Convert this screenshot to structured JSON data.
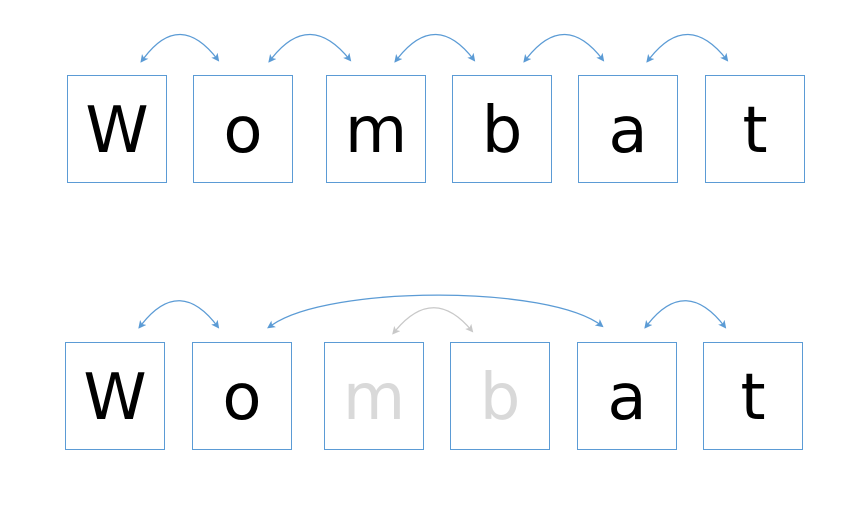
{
  "colors": {
    "box_border": "#5b9bd5",
    "arrow": "#5b9bd5",
    "faded_arrow": "#c8c8c8",
    "letter": "#000000",
    "faded_letter": "#d9d9d9"
  },
  "rows": [
    {
      "letters": [
        {
          "char": "W",
          "faded": false
        },
        {
          "char": "o",
          "faded": false
        },
        {
          "char": "m",
          "faded": false
        },
        {
          "char": "b",
          "faded": false
        },
        {
          "char": "a",
          "faded": false
        },
        {
          "char": "t",
          "faded": false
        }
      ],
      "links": [
        {
          "from": 0,
          "to": 1,
          "faded": false
        },
        {
          "from": 1,
          "to": 2,
          "faded": false
        },
        {
          "from": 2,
          "to": 3,
          "faded": false
        },
        {
          "from": 3,
          "to": 4,
          "faded": false
        },
        {
          "from": 4,
          "to": 5,
          "faded": false
        }
      ]
    },
    {
      "letters": [
        {
          "char": "W",
          "faded": false
        },
        {
          "char": "o",
          "faded": false
        },
        {
          "char": "m",
          "faded": true
        },
        {
          "char": "b",
          "faded": true
        },
        {
          "char": "a",
          "faded": false
        },
        {
          "char": "t",
          "faded": false
        }
      ],
      "links": [
        {
          "from": 0,
          "to": 1,
          "faded": false
        },
        {
          "from": 1,
          "to": 4,
          "faded": false
        },
        {
          "from": 2,
          "to": 3,
          "faded": true
        },
        {
          "from": 4,
          "to": 5,
          "faded": false
        }
      ]
    }
  ]
}
